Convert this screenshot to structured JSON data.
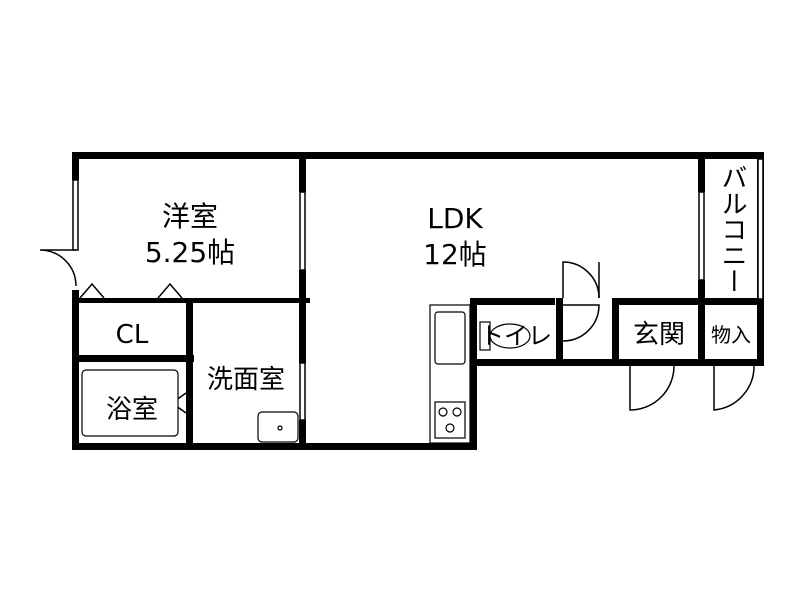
{
  "rooms": {
    "western_room": {
      "name": "洋室",
      "size": "5.25帖"
    },
    "ldk": {
      "name": "LDK",
      "size": "12帖"
    },
    "closet": {
      "name": "CL"
    },
    "bathroom": {
      "name": "浴室"
    },
    "washroom": {
      "name": "洗面室"
    },
    "toilet": {
      "name": "トイレ"
    },
    "entrance": {
      "name": "玄関"
    },
    "storage": {
      "name": "物入"
    },
    "balcony": {
      "name": "バルコニー"
    }
  },
  "colors": {
    "wall": "#000000",
    "background": "#ffffff",
    "fixture": "#555555"
  }
}
